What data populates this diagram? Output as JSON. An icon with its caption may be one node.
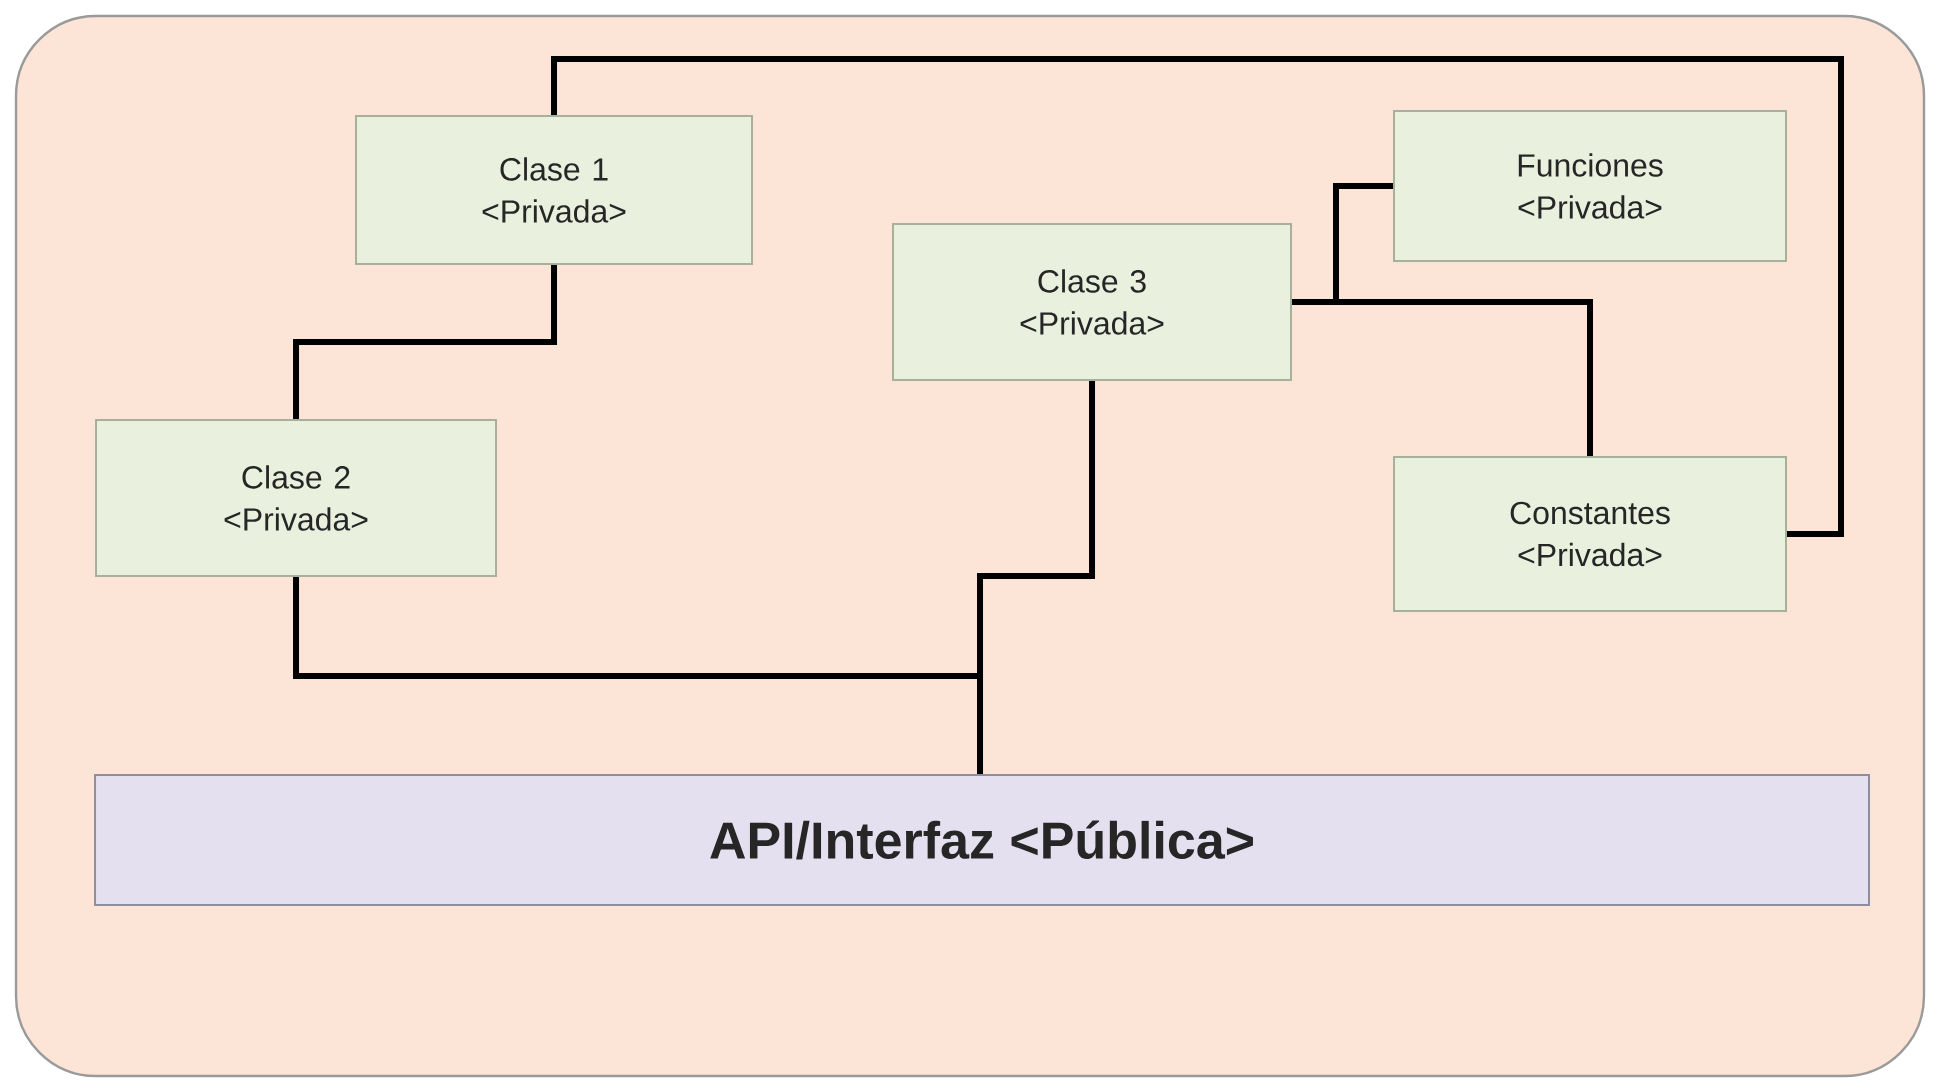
{
  "diagram": {
    "nodes": [
      {
        "text": [],
        "shape": "box"
      },
      {
        "text": [
          "Clase 1 <Privada>"
        ],
        "in": 0
      },
      {
        "text": [
          "Clase 2 <Privada>"
        ],
        "in": 0
      },
      {
        "text": [
          "Clase 3 <Privada>"
        ],
        "in": 0
      },
      {
        "text": [
          "Funciones <Privada>"
        ],
        "in": 0
      },
      {
        "text": [
          "Constantes <Privada>"
        ],
        "in": 0
      },
      {
        "text": [
          "API/Interfaz <Pública>"
        ],
        "in": 0
      }
    ],
    "edges": [
      {
        "from": 1,
        "to": 2,
        "arrow": "none"
      },
      {
        "from": 1,
        "to": 5,
        "arrow": "none"
      },
      {
        "from": 2,
        "to": 6,
        "arrow": "none"
      },
      {
        "from": 3,
        "to": 6,
        "arrow": "none"
      },
      {
        "from": 3,
        "to": 4,
        "arrow": "none"
      },
      {
        "from": 3,
        "to": 5,
        "arrow": "none"
      }
    ]
  }
}
